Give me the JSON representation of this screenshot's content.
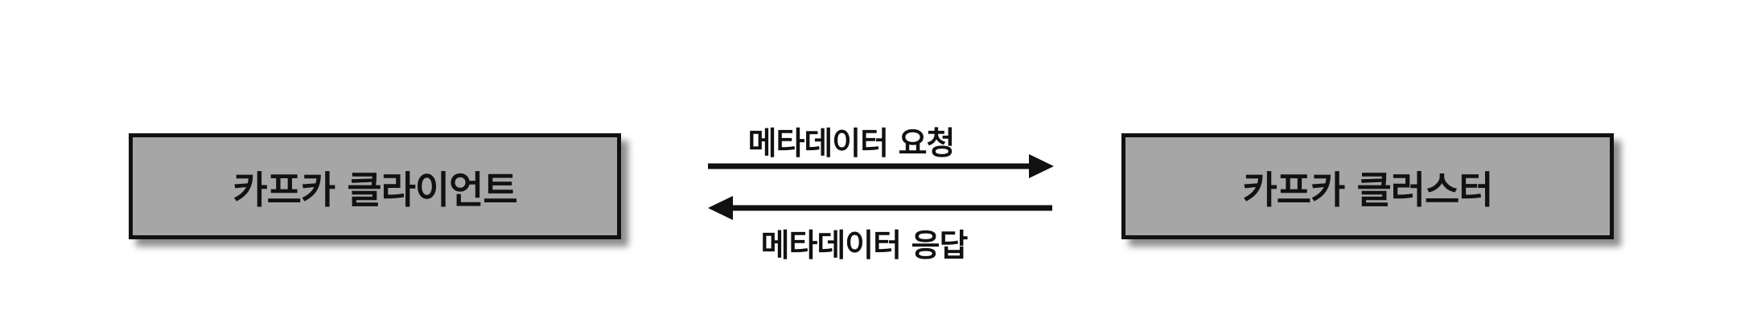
{
  "nodes": {
    "client": "카프카 클라이언트",
    "cluster": "카프카 클러스터"
  },
  "edges": {
    "request": "메타데이터 요청",
    "response": "메타데이터 응답"
  },
  "colors": {
    "node_fill": "#a6a6a6",
    "stroke": "#111111",
    "background": "#ffffff"
  }
}
